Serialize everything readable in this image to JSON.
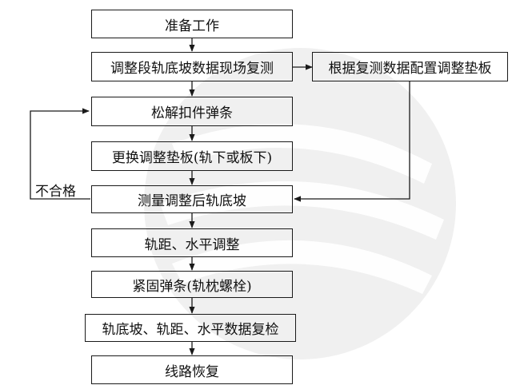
{
  "nodes": {
    "prepare": "准备工作",
    "resurvey": "调整段轨底坡数据现场复测",
    "config_pads": "根据复测数据配置调整垫板",
    "loosen_clips": "松解扣件弹条",
    "replace_pads": "更换调整垫板(轨下或板下)",
    "measure_cant": "测量调整后轨底坡",
    "gauge_level": "轨距、水平调整",
    "fasten_clips": "紧固弹条(轨枕螺栓)",
    "recheck": "轨底坡、轨距、水平数据复检",
    "restore": "线路恢复"
  },
  "edge_labels": {
    "unqualified": "不合格"
  },
  "colors": {
    "line": "#1a1a1a",
    "watermark": "#d9d9d9"
  }
}
